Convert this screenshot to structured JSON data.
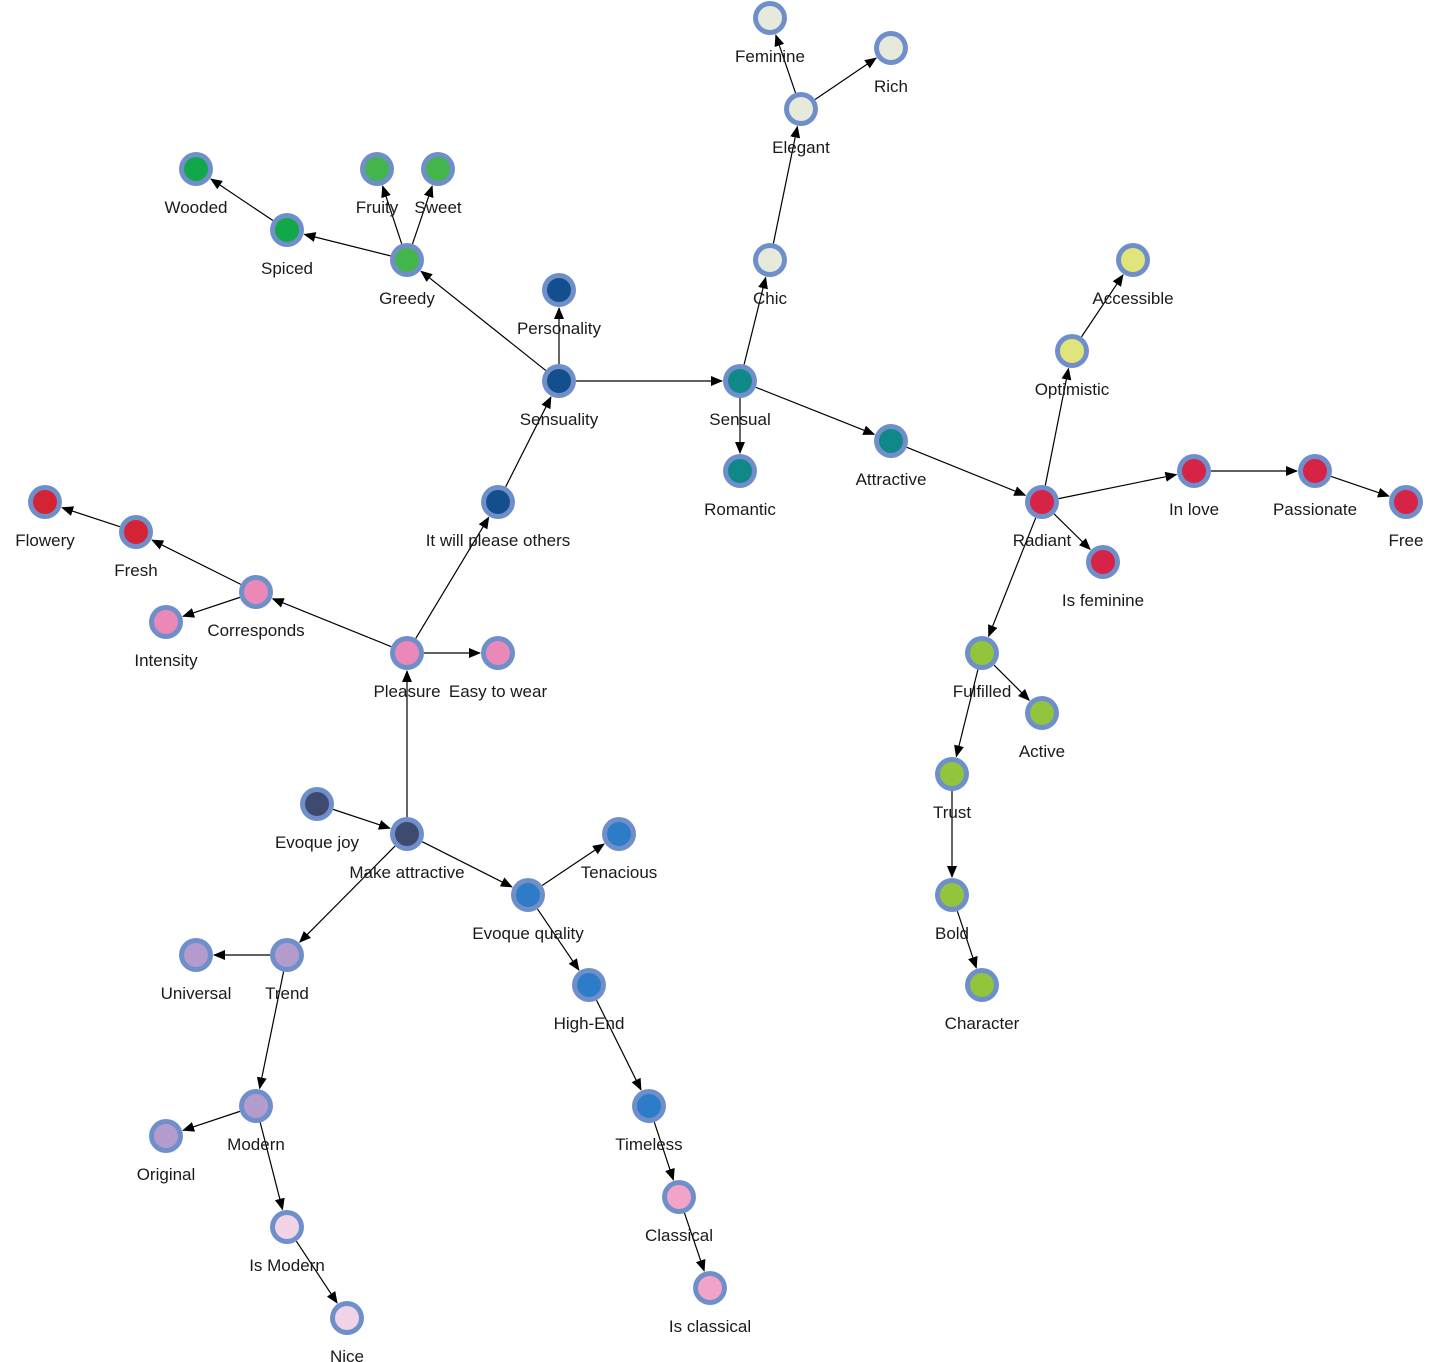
{
  "diagram": {
    "type": "directed-graph",
    "ring_color": "#6f8fcb",
    "edge_color": "#000000",
    "nodes": [
      {
        "id": "feminine",
        "label": "Feminine",
        "color": "#e6eadb"
      },
      {
        "id": "rich",
        "label": "Rich",
        "color": "#e6eadb"
      },
      {
        "id": "elegant",
        "label": "Elegant",
        "color": "#e6eadb"
      },
      {
        "id": "chic",
        "label": "Chic",
        "color": "#e6eadb"
      },
      {
        "id": "wooded",
        "label": "Wooded",
        "color": "#12a84a"
      },
      {
        "id": "fruity",
        "label": "Fruity",
        "color": "#44b44c"
      },
      {
        "id": "sweet",
        "label": "Sweet",
        "color": "#44b44c"
      },
      {
        "id": "spiced",
        "label": "Spiced",
        "color": "#12a84a"
      },
      {
        "id": "greedy",
        "label": "Greedy",
        "color": "#44b44c"
      },
      {
        "id": "personality",
        "label": "Personality",
        "color": "#134f8c"
      },
      {
        "id": "sensuality",
        "label": "Sensuality",
        "color": "#134f8c"
      },
      {
        "id": "sensual",
        "label": "Sensual",
        "color": "#108888"
      },
      {
        "id": "romantic",
        "label": "Romantic",
        "color": "#108888"
      },
      {
        "id": "attractive",
        "label": "Attractive",
        "color": "#108888"
      },
      {
        "id": "accessible",
        "label": "Accessible",
        "color": "#e1e47a"
      },
      {
        "id": "optimistic",
        "label": "Optimistic",
        "color": "#e1e47a"
      },
      {
        "id": "radiant",
        "label": "Radiant",
        "color": "#d62346"
      },
      {
        "id": "inlove",
        "label": "In love",
        "color": "#d62346"
      },
      {
        "id": "passionate",
        "label": "Passionate",
        "color": "#d62346"
      },
      {
        "id": "free",
        "label": "Free",
        "color": "#d62346"
      },
      {
        "id": "isfeminine",
        "label": "Is feminine",
        "color": "#d62346"
      },
      {
        "id": "willplease",
        "label": "It will please others",
        "color": "#134f8c"
      },
      {
        "id": "flowery",
        "label": "Flowery",
        "color": "#d42434"
      },
      {
        "id": "fresh",
        "label": "Fresh",
        "color": "#d42434"
      },
      {
        "id": "corresponds",
        "label": "Corresponds",
        "color": "#ea88b8"
      },
      {
        "id": "intensity",
        "label": "Intensity",
        "color": "#ea88b8"
      },
      {
        "id": "pleasure",
        "label": "Pleasure",
        "color": "#ea88b8"
      },
      {
        "id": "easytowear",
        "label": "Easy to wear",
        "color": "#ea88b8"
      },
      {
        "id": "fulfilled",
        "label": "Fulfilled",
        "color": "#92c43c"
      },
      {
        "id": "active",
        "label": "Active",
        "color": "#92c43c"
      },
      {
        "id": "trust",
        "label": "Trust",
        "color": "#92c43c"
      },
      {
        "id": "bold",
        "label": "Bold",
        "color": "#92c43c"
      },
      {
        "id": "character",
        "label": "Character",
        "color": "#92c43c"
      },
      {
        "id": "evoquejoy",
        "label": "Evoque joy",
        "color": "#3e4a6e"
      },
      {
        "id": "makeattractive",
        "label": "Make attractive",
        "color": "#3e4a6e"
      },
      {
        "id": "tenacious",
        "label": "Tenacious",
        "color": "#2d7cc8"
      },
      {
        "id": "evoquequality",
        "label": "Evoque quality",
        "color": "#2d7cc8"
      },
      {
        "id": "universal",
        "label": "Universal",
        "color": "#b39ccc"
      },
      {
        "id": "trend",
        "label": "Trend",
        "color": "#b39ccc"
      },
      {
        "id": "highend",
        "label": "High-End",
        "color": "#2d7cc8"
      },
      {
        "id": "timeless",
        "label": "Timeless",
        "color": "#2d7cc8"
      },
      {
        "id": "original",
        "label": "Original",
        "color": "#b39ccc"
      },
      {
        "id": "modern",
        "label": "Modern",
        "color": "#b39ccc"
      },
      {
        "id": "classical",
        "label": "Classical",
        "color": "#f1a4c8"
      },
      {
        "id": "ismodern",
        "label": "Is Modern",
        "color": "#f0d4e6"
      },
      {
        "id": "isclassical",
        "label": "Is classical",
        "color": "#f1a4c8"
      },
      {
        "id": "nice",
        "label": "Nice",
        "color": "#f0d4e6"
      }
    ],
    "edges": [
      {
        "from": "elegant",
        "to": "feminine"
      },
      {
        "from": "elegant",
        "to": "rich"
      },
      {
        "from": "chic",
        "to": "elegant"
      },
      {
        "from": "sensual",
        "to": "chic"
      },
      {
        "from": "spiced",
        "to": "wooded"
      },
      {
        "from": "greedy",
        "to": "spiced"
      },
      {
        "from": "greedy",
        "to": "fruity"
      },
      {
        "from": "greedy",
        "to": "sweet"
      },
      {
        "from": "sensuality",
        "to": "greedy"
      },
      {
        "from": "sensuality",
        "to": "personality"
      },
      {
        "from": "sensuality",
        "to": "sensual"
      },
      {
        "from": "sensual",
        "to": "romantic"
      },
      {
        "from": "sensual",
        "to": "attractive"
      },
      {
        "from": "attractive",
        "to": "radiant"
      },
      {
        "from": "optimistic",
        "to": "accessible"
      },
      {
        "from": "radiant",
        "to": "optimistic"
      },
      {
        "from": "radiant",
        "to": "inlove"
      },
      {
        "from": "inlove",
        "to": "passionate"
      },
      {
        "from": "passionate",
        "to": "free"
      },
      {
        "from": "radiant",
        "to": "isfeminine"
      },
      {
        "from": "radiant",
        "to": "fulfilled"
      },
      {
        "from": "willplease",
        "to": "sensuality"
      },
      {
        "from": "pleasure",
        "to": "willplease"
      },
      {
        "from": "fresh",
        "to": "flowery"
      },
      {
        "from": "corresponds",
        "to": "fresh"
      },
      {
        "from": "corresponds",
        "to": "intensity"
      },
      {
        "from": "pleasure",
        "to": "corresponds"
      },
      {
        "from": "pleasure",
        "to": "easytowear"
      },
      {
        "from": "fulfilled",
        "to": "active"
      },
      {
        "from": "fulfilled",
        "to": "trust"
      },
      {
        "from": "trust",
        "to": "bold"
      },
      {
        "from": "bold",
        "to": "character"
      },
      {
        "from": "makeattractive",
        "to": "pleasure"
      },
      {
        "from": "evoquejoy",
        "to": "makeattractive"
      },
      {
        "from": "makeattractive",
        "to": "evoquequality"
      },
      {
        "from": "makeattractive",
        "to": "trend"
      },
      {
        "from": "evoquequality",
        "to": "tenacious"
      },
      {
        "from": "trend",
        "to": "universal"
      },
      {
        "from": "evoquequality",
        "to": "highend"
      },
      {
        "from": "trend",
        "to": "modern"
      },
      {
        "from": "highend",
        "to": "timeless"
      },
      {
        "from": "modern",
        "to": "original"
      },
      {
        "from": "timeless",
        "to": "classical"
      },
      {
        "from": "modern",
        "to": "ismodern"
      },
      {
        "from": "classical",
        "to": "isclassical"
      },
      {
        "from": "ismodern",
        "to": "nice"
      }
    ]
  }
}
